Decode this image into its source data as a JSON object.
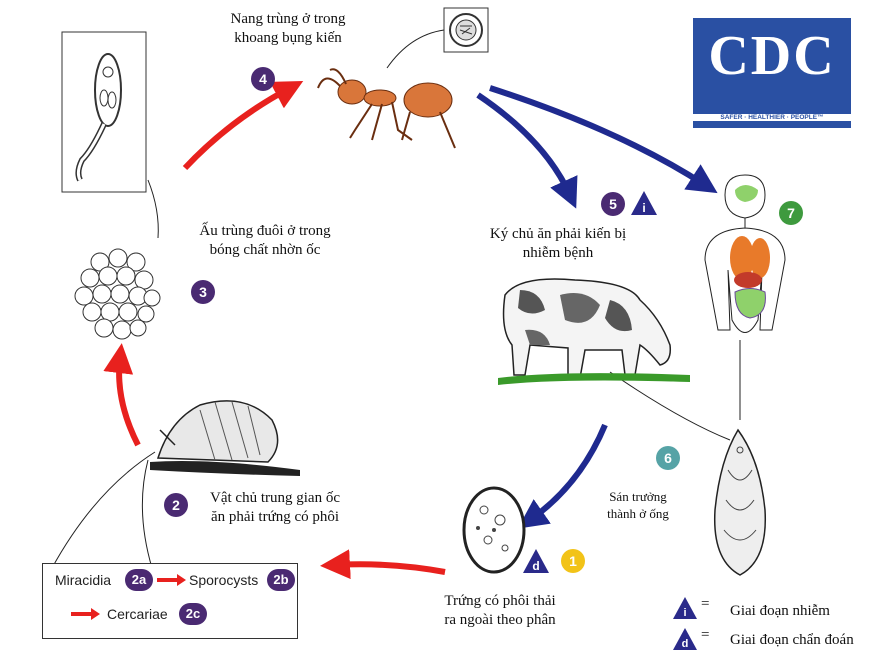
{
  "logo": {
    "text": "CDC",
    "tagline": "SAFER · HEALTHIER · PEOPLE™"
  },
  "stages": {
    "s1": {
      "badge": "1",
      "color": "#f2c318",
      "text": "Trứng có phôi thải\nra ngoài theo phân"
    },
    "s2": {
      "badge": "2",
      "color": "#4a2a72",
      "text": "Vật chủ trung gian ốc\năn phải trứng có phôi"
    },
    "s3": {
      "badge": "3",
      "color": "#4a2a72",
      "text": "Ấu trùng đuôi ở trong\nbóng chất nhờn ốc"
    },
    "s4": {
      "badge": "4",
      "color": "#4a2a72",
      "text": "Nang trùng ở trong\nkhoang bụng  kiến"
    },
    "s5": {
      "badge": "5",
      "color": "#4a2a72",
      "text": "Ký chủ ăn phải kiến bị\nnhiễm bệnh"
    },
    "s6": {
      "badge": "6",
      "color": "#56a3a6",
      "text": "Sán trưởng\nthành ở ống"
    },
    "s7": {
      "badge": "7",
      "color": "#3e9a3e"
    }
  },
  "markers": {
    "i": "i",
    "d": "d",
    "i_color": "#2a2a8a",
    "d_color": "#2a2a8a"
  },
  "legend": {
    "miracidia": "Miracidia",
    "b2a": "2a",
    "sporocysts": "Sporocysts",
    "b2b": "2b",
    "cercariae": "Cercariae",
    "b2c": "2c"
  },
  "key": {
    "i_eq": "=",
    "i_text": "Giai đoạn  nhiễm",
    "d_eq": "=",
    "d_text": "Giai đoạn chẩn  đoán"
  },
  "colors": {
    "red_arrow": "#e8211e",
    "blue_arrow": "#1f2a8f",
    "purple": "#4a2a72"
  }
}
